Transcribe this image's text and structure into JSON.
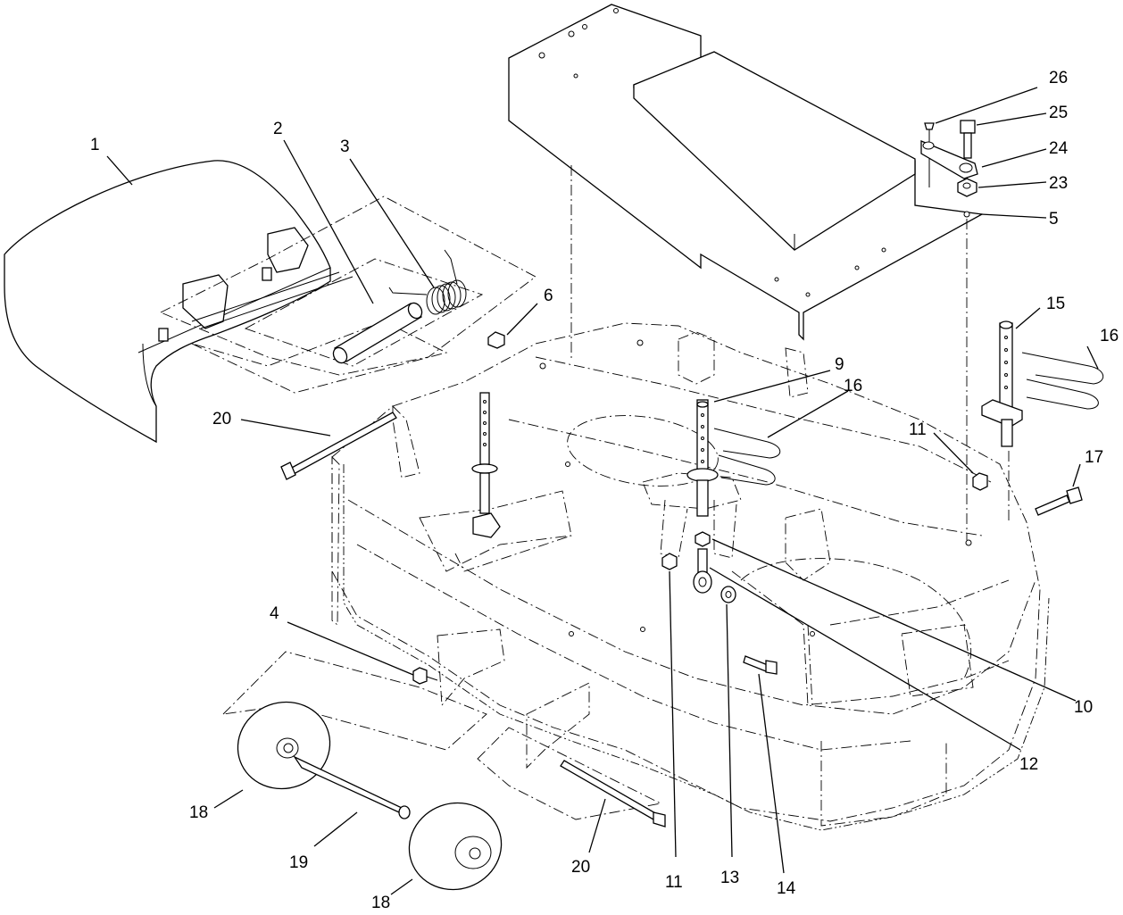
{
  "callouts": [
    {
      "id": "c1",
      "label": "1"
    },
    {
      "id": "c2",
      "label": "2"
    },
    {
      "id": "c3",
      "label": "3"
    },
    {
      "id": "c4",
      "label": "4"
    },
    {
      "id": "c5",
      "label": "5"
    },
    {
      "id": "c6",
      "label": "6"
    },
    {
      "id": "c9",
      "label": "9"
    },
    {
      "id": "c10",
      "label": "10"
    },
    {
      "id": "c11a",
      "label": "11"
    },
    {
      "id": "c11b",
      "label": "11"
    },
    {
      "id": "c12",
      "label": "12"
    },
    {
      "id": "c13",
      "label": "13"
    },
    {
      "id": "c14",
      "label": "14"
    },
    {
      "id": "c15",
      "label": "15"
    },
    {
      "id": "c16a",
      "label": "16"
    },
    {
      "id": "c16b",
      "label": "16"
    },
    {
      "id": "c17",
      "label": "17"
    },
    {
      "id": "c18a",
      "label": "18"
    },
    {
      "id": "c18b",
      "label": "18"
    },
    {
      "id": "c19",
      "label": "19"
    },
    {
      "id": "c20a",
      "label": "20"
    },
    {
      "id": "c20b",
      "label": "20"
    },
    {
      "id": "c23",
      "label": "23"
    },
    {
      "id": "c24",
      "label": "24"
    },
    {
      "id": "c25",
      "label": "25"
    },
    {
      "id": "c26",
      "label": "26"
    }
  ]
}
